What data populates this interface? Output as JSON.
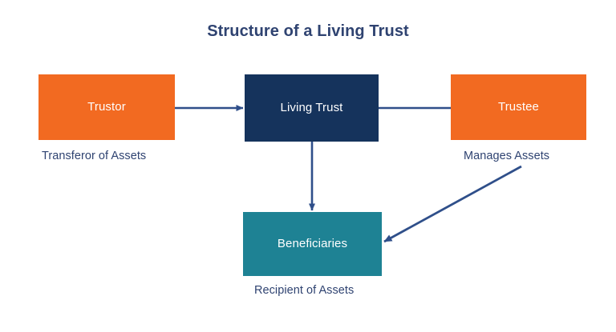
{
  "diagram": {
    "title": "Structure of a Living Trust",
    "type": "flow-diagram",
    "background_color": "#ffffff",
    "title_color": "#2F4371",
    "colors": {
      "orange": "#F26A21",
      "navy": "#15335C",
      "teal": "#1E8294",
      "connector": "#2F4F8A",
      "caption_text": "#2F4371",
      "node_text": "#ffffff"
    },
    "nodes": [
      {
        "id": "trustor",
        "label": "Trustor",
        "caption": "Transferor of Assets",
        "fill": "#F26A21",
        "role": "source"
      },
      {
        "id": "living-trust",
        "label": "Living Trust",
        "caption": "",
        "fill": "#15335C",
        "role": "center"
      },
      {
        "id": "trustee",
        "label": "Trustee",
        "caption": "Manages Assets",
        "fill": "#F26A21",
        "role": "manager"
      },
      {
        "id": "beneficiaries",
        "label": "Beneficiaries",
        "caption": "Recipient of Assets",
        "fill": "#1E8294",
        "role": "target"
      }
    ],
    "connectors": [
      {
        "id": "trustor-to-living-trust",
        "from": "trustor",
        "to": "living-trust",
        "style": "arrow",
        "direction": "right"
      },
      {
        "id": "living-trust-to-trustee",
        "from": "living-trust",
        "to": "trustee",
        "style": "line",
        "direction": "none"
      },
      {
        "id": "living-trust-to-beneficiaries",
        "from": "living-trust",
        "to": "beneficiaries",
        "style": "arrow",
        "direction": "down"
      },
      {
        "id": "trustee-to-beneficiaries",
        "from": "trustee",
        "to": "beneficiaries",
        "style": "arrow",
        "direction": "diagonal-down-left"
      }
    ]
  }
}
